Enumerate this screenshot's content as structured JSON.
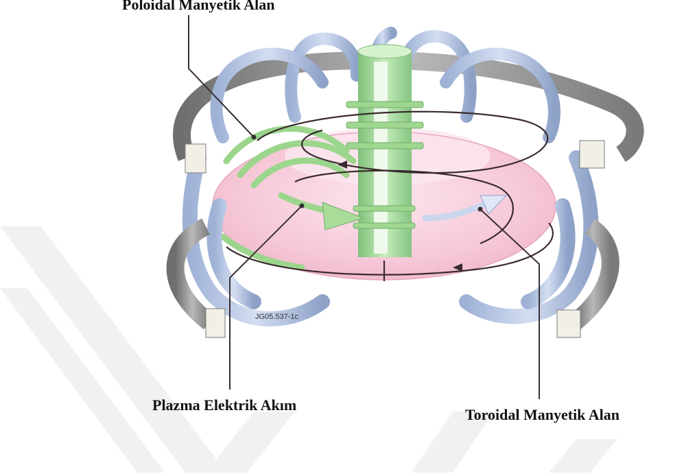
{
  "labels": {
    "poloidal_field": "Poloidal Manyetik Alan",
    "plasma_current": "Plazma Elektrik Akım",
    "toroidal_field": "Toroidal Manyetik Alan",
    "figure_code": "JG05.537-1c"
  },
  "colors": {
    "coil_blue": "#b8c8e6",
    "coil_grey": "#8f8f8f",
    "plasma_pink": "#f6c6d6",
    "solenoid_green": "#a9dc9a",
    "field_line": "#3a2a2e",
    "watermark": "#eeeeee"
  }
}
